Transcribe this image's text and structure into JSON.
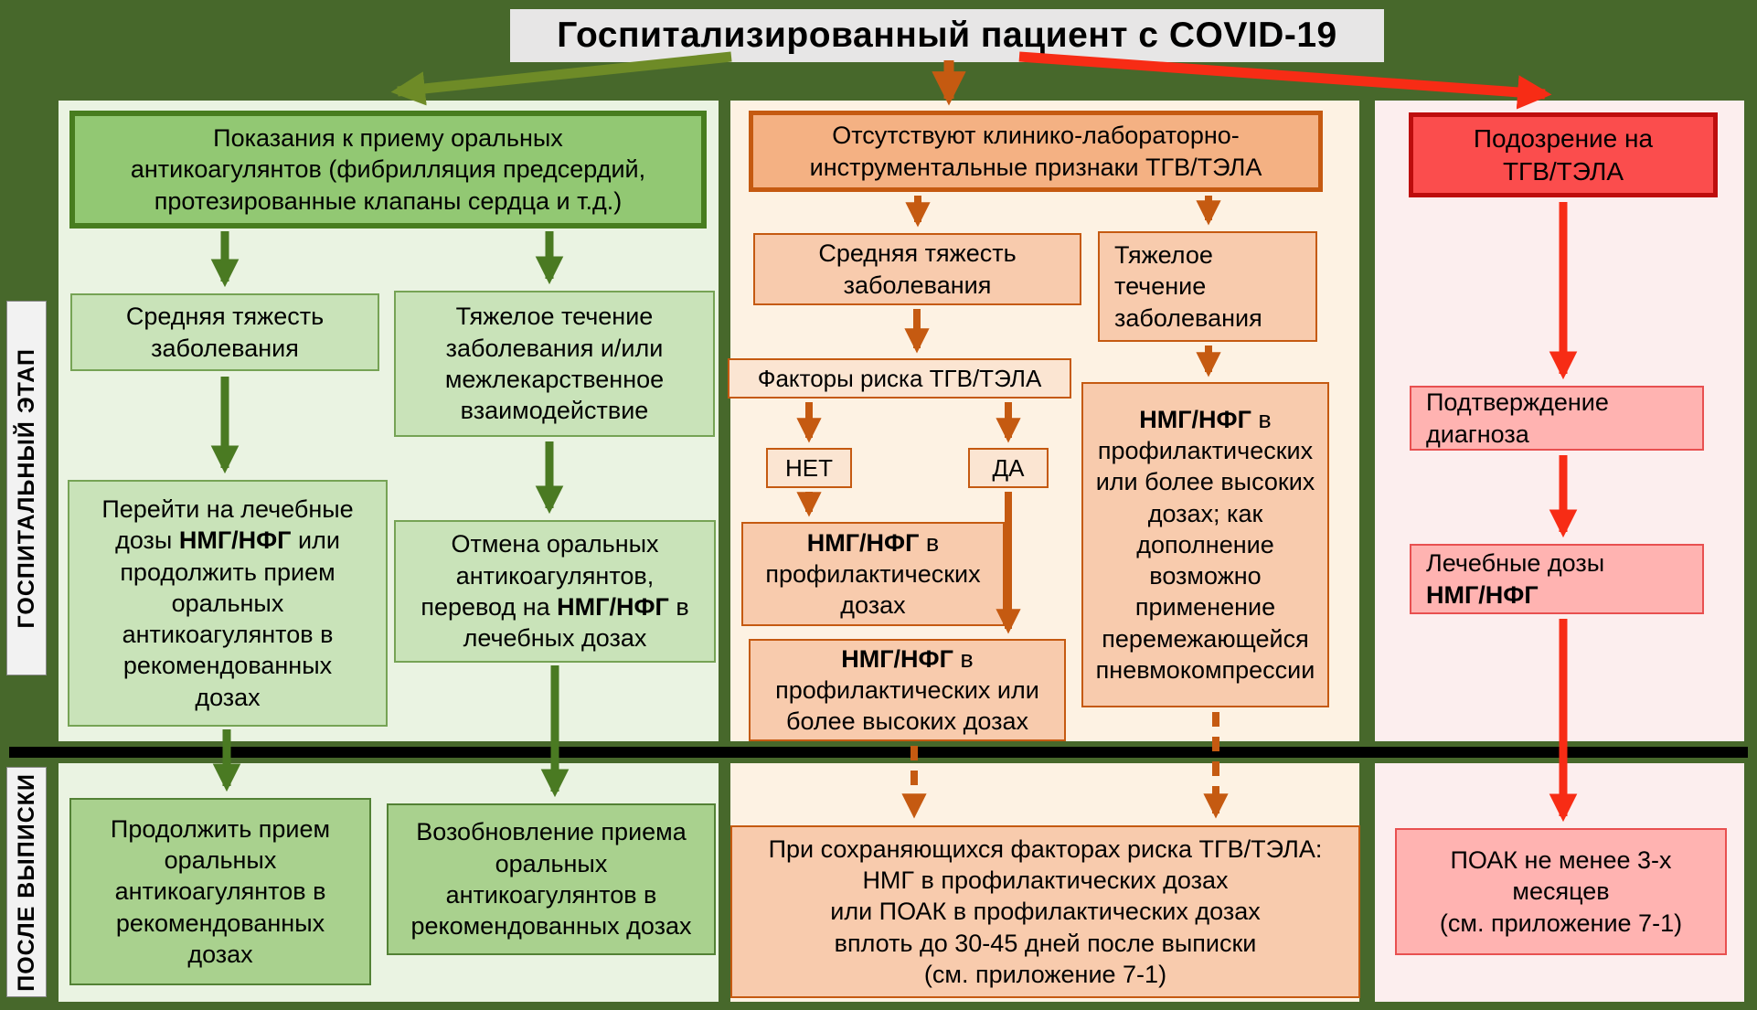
{
  "title": "Госпитализированный пациент с COVID-19",
  "stage_labels": {
    "hospital": "ГОСПИТАЛЬНЫЙ ЭТАП",
    "discharge": "ПОСЛЕ ВЫПИСКИ"
  },
  "left": {
    "header": "Показания к приему оральных\nантикоагулянтов (фибрилляция предсердий,\nпротезированные клапаны сердца и т.д.)",
    "moderate": "Средняя тяжесть\nзаболевания",
    "severe": "Тяжелое течение\nзаболевания и/или\nмежлекарственное\nвзаимодействие",
    "switch_box": {
      "pre": "Перейти на лечебные\nдозы ",
      "bold": "НМГ/НФГ",
      "post": " или\nпродолжить прием\nоральных\nантикоагулянтов в\nрекомендованных\nдозах"
    },
    "cancel_box": {
      "pre": "Отмена оральных\nантикоагулянтов,\nперевод на ",
      "bold": "НМГ/НФГ",
      "post": " в\nлечебных дозах"
    },
    "continue_box": "Продолжить прием\nоральных\nантикоагулянтов в\nрекомендованных\nдозах",
    "resume_box": "Возобновление приема\nоральных\nантикоагулянтов в\nрекомендованных дозах"
  },
  "middle": {
    "header": "Отсутствуют клинико-лабораторно-\nинструментальные признаки ТГВ/ТЭЛА",
    "moderate": "Средняя тяжесть\nзаболевания",
    "severe": "Тяжелое\nтечение\nзаболевания",
    "risk": "Факторы риска ТГВ/ТЭЛА",
    "no": "НЕТ",
    "yes": "ДА",
    "prophylactic": {
      "bold": "НМГ/НФГ",
      "post": " в\nпрофилактических\nдозах"
    },
    "higher": {
      "bold": "НМГ/НФГ",
      "post": " в\nпрофилактических или\nболее высоких дозах"
    },
    "severe_tx": {
      "bold": "НМГ/НФГ",
      "post": " в\nпрофилактических\nили более высоких\nдозах; как\nдополнение\nвозможно\nприменение\nперемежающейся\nпневмокомпрессии"
    },
    "after": "При сохраняющихся факторах риска ТГВ/ТЭЛА:\nНМГ в профилактических дозах\nили ПОАК в профилактических дозах\nвплоть до 30-45 дней после выписки\n(см. приложение 7-1)"
  },
  "right": {
    "header": "Подозрение на\nТГВ/ТЭЛА",
    "confirm": "Подтверждение\nдиагноза",
    "treatment": {
      "pre": "Лечебные дозы\n",
      "bold": "НМГ/НФГ"
    },
    "after": "ПОАК не менее 3-х\nмесяцев\n(см. приложение 7-1)"
  },
  "colors": {
    "background": "#47682b",
    "green_accent": "#4a7a22",
    "olive_arrow": "#6e8b27",
    "orange_accent": "#c55a11",
    "red_accent": "#f72c15",
    "red_header": "#fb4d4d",
    "divider": "#000000"
  }
}
